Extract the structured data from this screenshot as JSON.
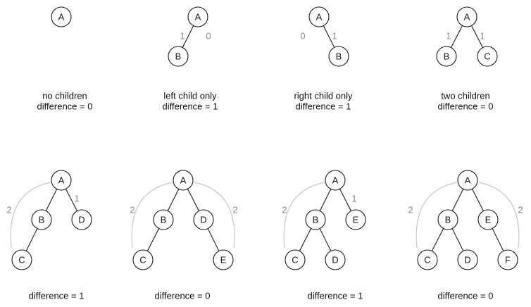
{
  "diagrams": [
    {
      "nodes": [
        {
          "id": "A",
          "label": "A"
        }
      ],
      "edges": [],
      "height_labels": [],
      "captions": [
        "no children",
        "difference = 0"
      ]
    },
    {
      "nodes": [
        {
          "id": "A",
          "label": "A"
        },
        {
          "id": "B",
          "label": "B"
        }
      ],
      "edges": [
        [
          "A",
          "B"
        ]
      ],
      "height_labels": [
        "1",
        "0"
      ],
      "captions": [
        "left child only",
        "difference = 1"
      ]
    },
    {
      "nodes": [
        {
          "id": "A",
          "label": "A"
        },
        {
          "id": "B",
          "label": "B"
        }
      ],
      "edges": [
        [
          "A",
          "B"
        ]
      ],
      "height_labels": [
        "0",
        "1"
      ],
      "captions": [
        "right child only",
        "difference = 1"
      ]
    },
    {
      "nodes": [
        {
          "id": "A",
          "label": "A"
        },
        {
          "id": "B",
          "label": "B"
        },
        {
          "id": "C",
          "label": "C"
        }
      ],
      "edges": [
        [
          "A",
          "B"
        ],
        [
          "A",
          "C"
        ]
      ],
      "height_labels": [
        "1",
        "1"
      ],
      "captions": [
        "two children",
        "difference = 0"
      ]
    },
    {
      "nodes": [
        {
          "id": "A",
          "label": "A"
        },
        {
          "id": "B",
          "label": "B"
        },
        {
          "id": "D",
          "label": "D"
        },
        {
          "id": "C",
          "label": "C"
        }
      ],
      "edges": [
        [
          "A",
          "B"
        ],
        [
          "A",
          "D"
        ],
        [
          "B",
          "C"
        ]
      ],
      "height_labels": [
        "2",
        "1"
      ],
      "captions": [
        "difference = 1"
      ]
    },
    {
      "nodes": [
        {
          "id": "A",
          "label": "A"
        },
        {
          "id": "B",
          "label": "B"
        },
        {
          "id": "D",
          "label": "D"
        },
        {
          "id": "C",
          "label": "C"
        },
        {
          "id": "E",
          "label": "E"
        }
      ],
      "edges": [
        [
          "A",
          "B"
        ],
        [
          "A",
          "D"
        ],
        [
          "B",
          "C"
        ],
        [
          "D",
          "E"
        ]
      ],
      "height_labels": [
        "2",
        "2"
      ],
      "captions": [
        "difference = 0"
      ]
    },
    {
      "nodes": [
        {
          "id": "A",
          "label": "A"
        },
        {
          "id": "B",
          "label": "B"
        },
        {
          "id": "E",
          "label": "E"
        },
        {
          "id": "C",
          "label": "C"
        },
        {
          "id": "D",
          "label": "D"
        }
      ],
      "edges": [
        [
          "A",
          "B"
        ],
        [
          "A",
          "E"
        ],
        [
          "B",
          "C"
        ],
        [
          "B",
          "D"
        ]
      ],
      "height_labels": [
        "2",
        "1"
      ],
      "captions": [
        "difference = 1"
      ]
    },
    {
      "nodes": [
        {
          "id": "A",
          "label": "A"
        },
        {
          "id": "B",
          "label": "B"
        },
        {
          "id": "E",
          "label": "E"
        },
        {
          "id": "C",
          "label": "C"
        },
        {
          "id": "D",
          "label": "D"
        },
        {
          "id": "F",
          "label": "F"
        }
      ],
      "edges": [
        [
          "A",
          "B"
        ],
        [
          "A",
          "E"
        ],
        [
          "B",
          "C"
        ],
        [
          "B",
          "D"
        ],
        [
          "E",
          "F"
        ]
      ],
      "height_labels": [
        "2",
        "2"
      ],
      "captions": [
        "difference = 0"
      ]
    }
  ]
}
